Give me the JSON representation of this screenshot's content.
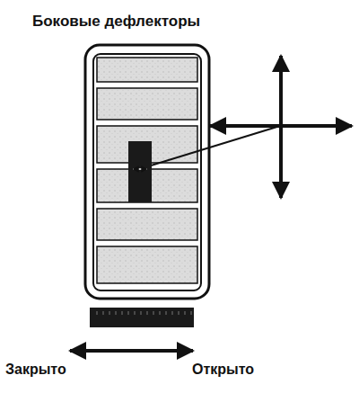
{
  "diagram": {
    "title": "Боковые дефлекторы",
    "labels": [
      "Закрыто",
      "Открыто"
    ]
  }
}
